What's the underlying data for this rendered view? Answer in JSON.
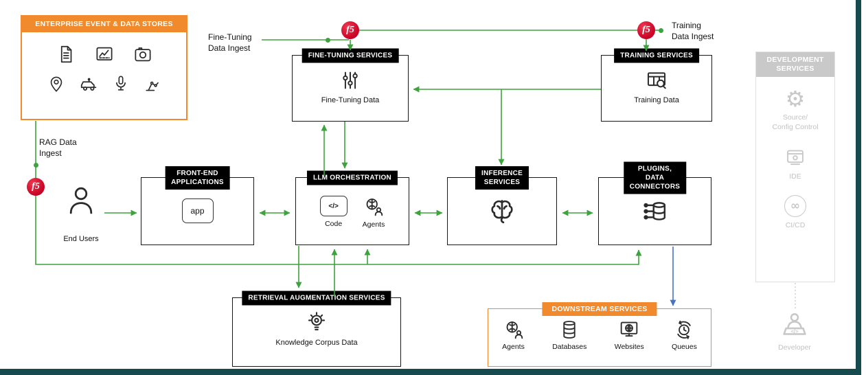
{
  "colors": {
    "green": "#3DA33C",
    "blue": "#4472C4",
    "orange": "#F08A2D",
    "gray": "#C8C8C8",
    "teal": "#174A4E",
    "f5_red": "#C70024"
  },
  "enterprise": {
    "title": "ENTERPRISE EVENT & DATA STORES",
    "icons": [
      "document",
      "line-chart",
      "camera",
      "location-pin",
      "car",
      "microphone",
      "robot-arm"
    ]
  },
  "ingest": {
    "fine_tuning": "Fine-Tuning\nData Ingest",
    "training": "Training\nData Ingest",
    "rag": "RAG Data\nIngest"
  },
  "f5": "f5",
  "boxes": {
    "fine_tuning": {
      "title": "FINE-TUNING SERVICES",
      "caption": "Fine-Tuning Data"
    },
    "training": {
      "title": "TRAINING SERVICES",
      "caption": "Training Data"
    },
    "front_end": {
      "title": "FRONT-END\nAPPLICATIONS",
      "app": "app"
    },
    "llm": {
      "title": "LLM ORCHESTRATION",
      "code_glyph": "</>",
      "code": "Code",
      "agents": "Agents"
    },
    "inference": {
      "title": "INFERENCE\nSERVICES"
    },
    "plugins": {
      "title": "PLUGINS, DATA\nCONNECTORS"
    },
    "retrieval": {
      "title": "RETRIEVAL AUGMENTATION SERVICES",
      "caption": "Knowledge Corpus Data"
    }
  },
  "end_users": "End Users",
  "downstream": {
    "title": "DOWNSTREAM SERVICES",
    "items": [
      {
        "icon": "agents",
        "label": "Agents"
      },
      {
        "icon": "databases",
        "label": "Databases"
      },
      {
        "icon": "websites",
        "label": "Websites"
      },
      {
        "icon": "queues",
        "label": "Queues"
      }
    ]
  },
  "development": {
    "title": "DEVELOPMENT\nSERVICES",
    "items": [
      {
        "icon": "gear",
        "label": "Source/\nConfig Control"
      },
      {
        "icon": "ide",
        "label": "IDE"
      },
      {
        "icon": "cicd",
        "label": "CI/CD",
        "glyph": "∞"
      }
    ],
    "developer": "Developer"
  }
}
